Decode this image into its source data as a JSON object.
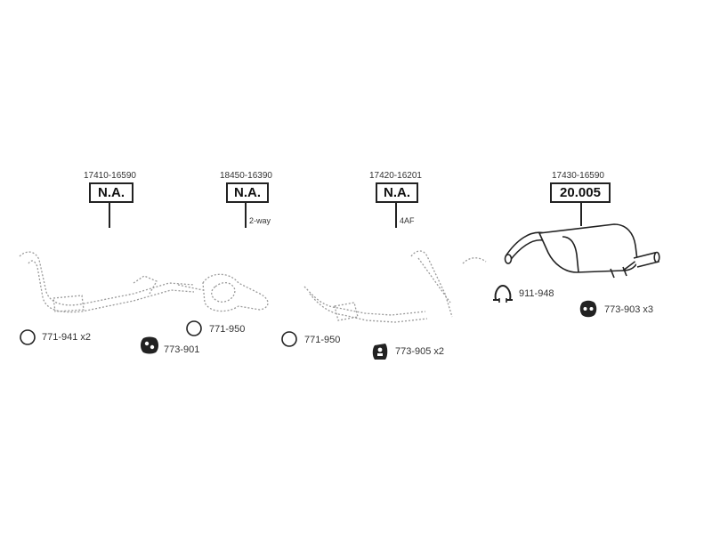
{
  "groups": [
    {
      "part_number": "17410-16590",
      "status": "N.A."
    },
    {
      "part_number": "18450-16390",
      "status": "N.A.",
      "note": "2-way"
    },
    {
      "part_number": "17420-16201",
      "status": "N.A.",
      "note": "4AF"
    },
    {
      "part_number": "17430-16590",
      "status": "20.005"
    }
  ],
  "accessories": [
    {
      "code": "771-941 x2",
      "icon": "gasket-ring-icon"
    },
    {
      "code": "773-901",
      "icon": "rubber-mount-icon"
    },
    {
      "code": "771-950",
      "icon": "gasket-ring-icon"
    },
    {
      "code": "771-950",
      "icon": "gasket-ring-icon"
    },
    {
      "code": "773-905 x2",
      "icon": "rubber-mount-icon"
    },
    {
      "code": "911-948",
      "icon": "pipe-clamp-icon"
    },
    {
      "code": "773-903 x3",
      "icon": "rubber-mount-icon"
    }
  ]
}
